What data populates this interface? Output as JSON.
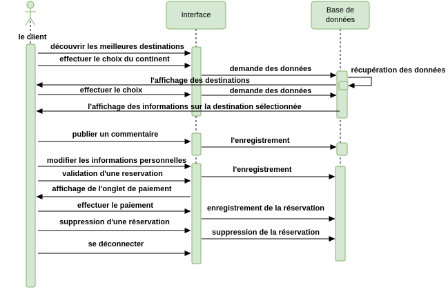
{
  "participants": {
    "client": "le client",
    "interface": "Interface",
    "database_line1": "Base de",
    "database_line2": "données"
  },
  "messages": [
    "découvrir les meilleures destinations",
    "effectuer le choix du continent",
    "demande des données",
    "récupération des données",
    "l'affichage des destinations",
    "effectuer le choix",
    "demande des données",
    "l'affichage des informations sur la destination sélectionnée",
    "publier un commentaire",
    "l'enregistrement",
    "modifier les informations personnelles",
    "validation d'une reservation",
    "l'enregistrement",
    "affichage de l'onglet de paiement",
    "effectuer le paiement",
    "enregistrement de la réservation",
    "suppression d'une réservation",
    "suppression de la réservation",
    "se déconnecter"
  ],
  "colors": {
    "activation_fill": "#d5e8d4",
    "activation_stroke": "#82b366",
    "line": "#000000"
  }
}
